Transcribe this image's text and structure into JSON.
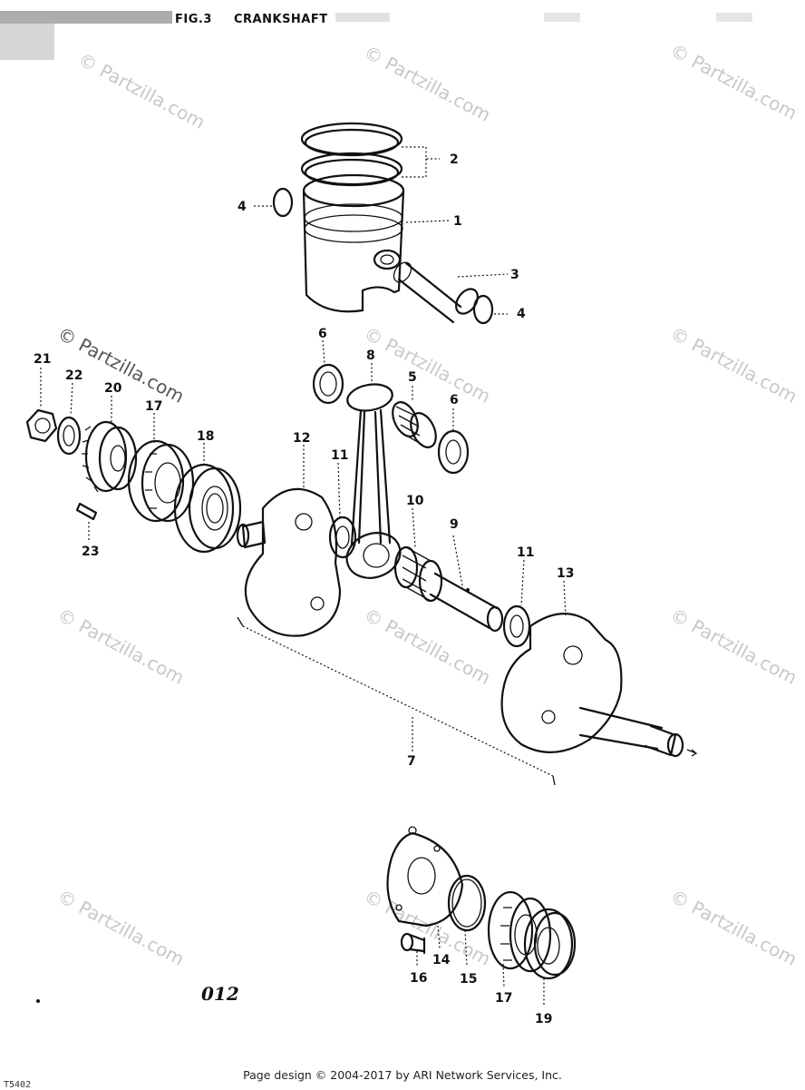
{
  "header": {
    "figure": "FIG.3",
    "title": "CRANKSHAFT"
  },
  "page_code": "012",
  "watermark": "© Partzilla.com",
  "callouts": [
    "1",
    "2",
    "3",
    "4",
    "4",
    "5",
    "6",
    "6",
    "7",
    "8",
    "9",
    "10",
    "11",
    "11",
    "12",
    "13",
    "14",
    "15",
    "16",
    "17",
    "17",
    "18",
    "19",
    "20",
    "21",
    "22",
    "23"
  ],
  "footer": {
    "copyright": "Page design © 2004-2017 by ARI Network Services, Inc."
  },
  "corner_code": "T5402"
}
